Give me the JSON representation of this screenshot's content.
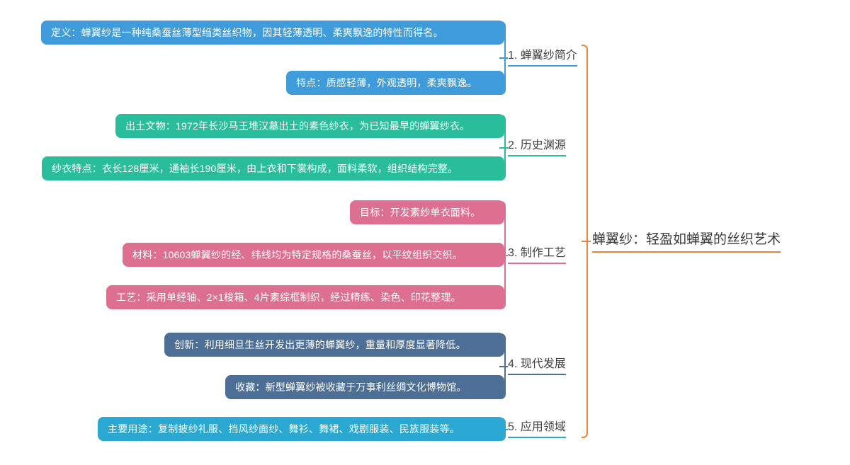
{
  "root": {
    "title": "蝉翼纱：轻盈如蝉翼的丝织艺术",
    "color": "#e8843c"
  },
  "branches": [
    {
      "label": "1. 蝉翼纱简介",
      "color": "#3f9bd9",
      "nodes": [
        {
          "text": "定义：蝉翼纱是一种纯桑蚕丝薄型绉类丝织物，因其轻薄透明、柔爽飘逸的特性而得名。"
        },
        {
          "text": "特点：质感轻薄，外观透明，柔爽飘逸。"
        }
      ]
    },
    {
      "label": "2. 历史渊源",
      "color": "#29bd9c",
      "nodes": [
        {
          "text": "出土文物：1972年长沙马王堆汉墓出土的素色纱衣，为已知最早的蝉翼纱衣。"
        },
        {
          "text": "纱衣特点：衣长128厘米，通袖长190厘米，由上衣和下裳构成，面料柔软，组织结构完整。"
        }
      ]
    },
    {
      "label": "3. 制作工艺",
      "color": "#dd6f91",
      "nodes": [
        {
          "text": "目标：开发素纱单衣面料。"
        },
        {
          "text": "材料：10603蝉翼纱的经、纬线均为特定规格的桑蚕丝，以平纹组织交织。"
        },
        {
          "text": "工艺：采用单经轴、2×1梭箱、4片素综框制织，经过精练、染色、印花整理。"
        }
      ]
    },
    {
      "label": "4. 现代发展",
      "color": "#4d6f96",
      "nodes": [
        {
          "text": "创新：利用细旦生丝开发出更薄的蝉翼纱，重量和厚度显著降低。"
        },
        {
          "text": "收藏：新型蝉翼纱被收藏于万事利丝绸文化博物馆。"
        }
      ]
    },
    {
      "label": "5. 应用领域",
      "color": "#2aa8d1",
      "nodes": [
        {
          "text": "主要用途：复制披纱礼服、挡风纱面纱、舞衫、舞裙、戏剧服装、民族服装等。"
        }
      ]
    }
  ]
}
